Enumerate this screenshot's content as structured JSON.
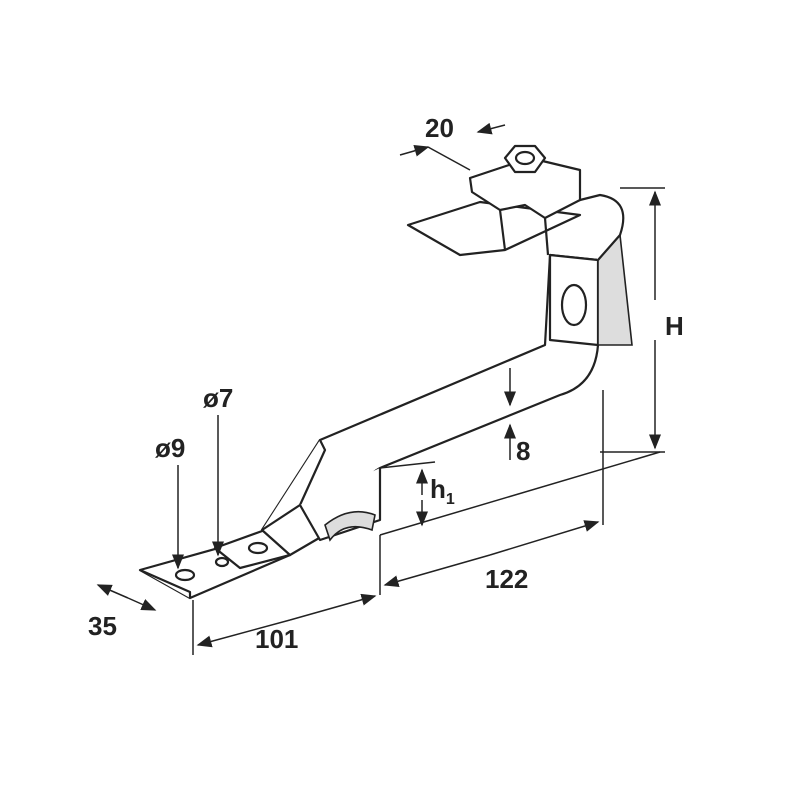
{
  "drawing": {
    "dimensions": {
      "bolt_width": "20",
      "height": "H",
      "thickness": "8",
      "hook_height_main": "h",
      "hook_height_sub": "1",
      "small_hole": "ø7",
      "large_hole": "ø9",
      "base_width": "35",
      "base_length": "101",
      "arm_length": "122"
    },
    "colors": {
      "line": "#222222",
      "background": "#ffffff"
    }
  }
}
